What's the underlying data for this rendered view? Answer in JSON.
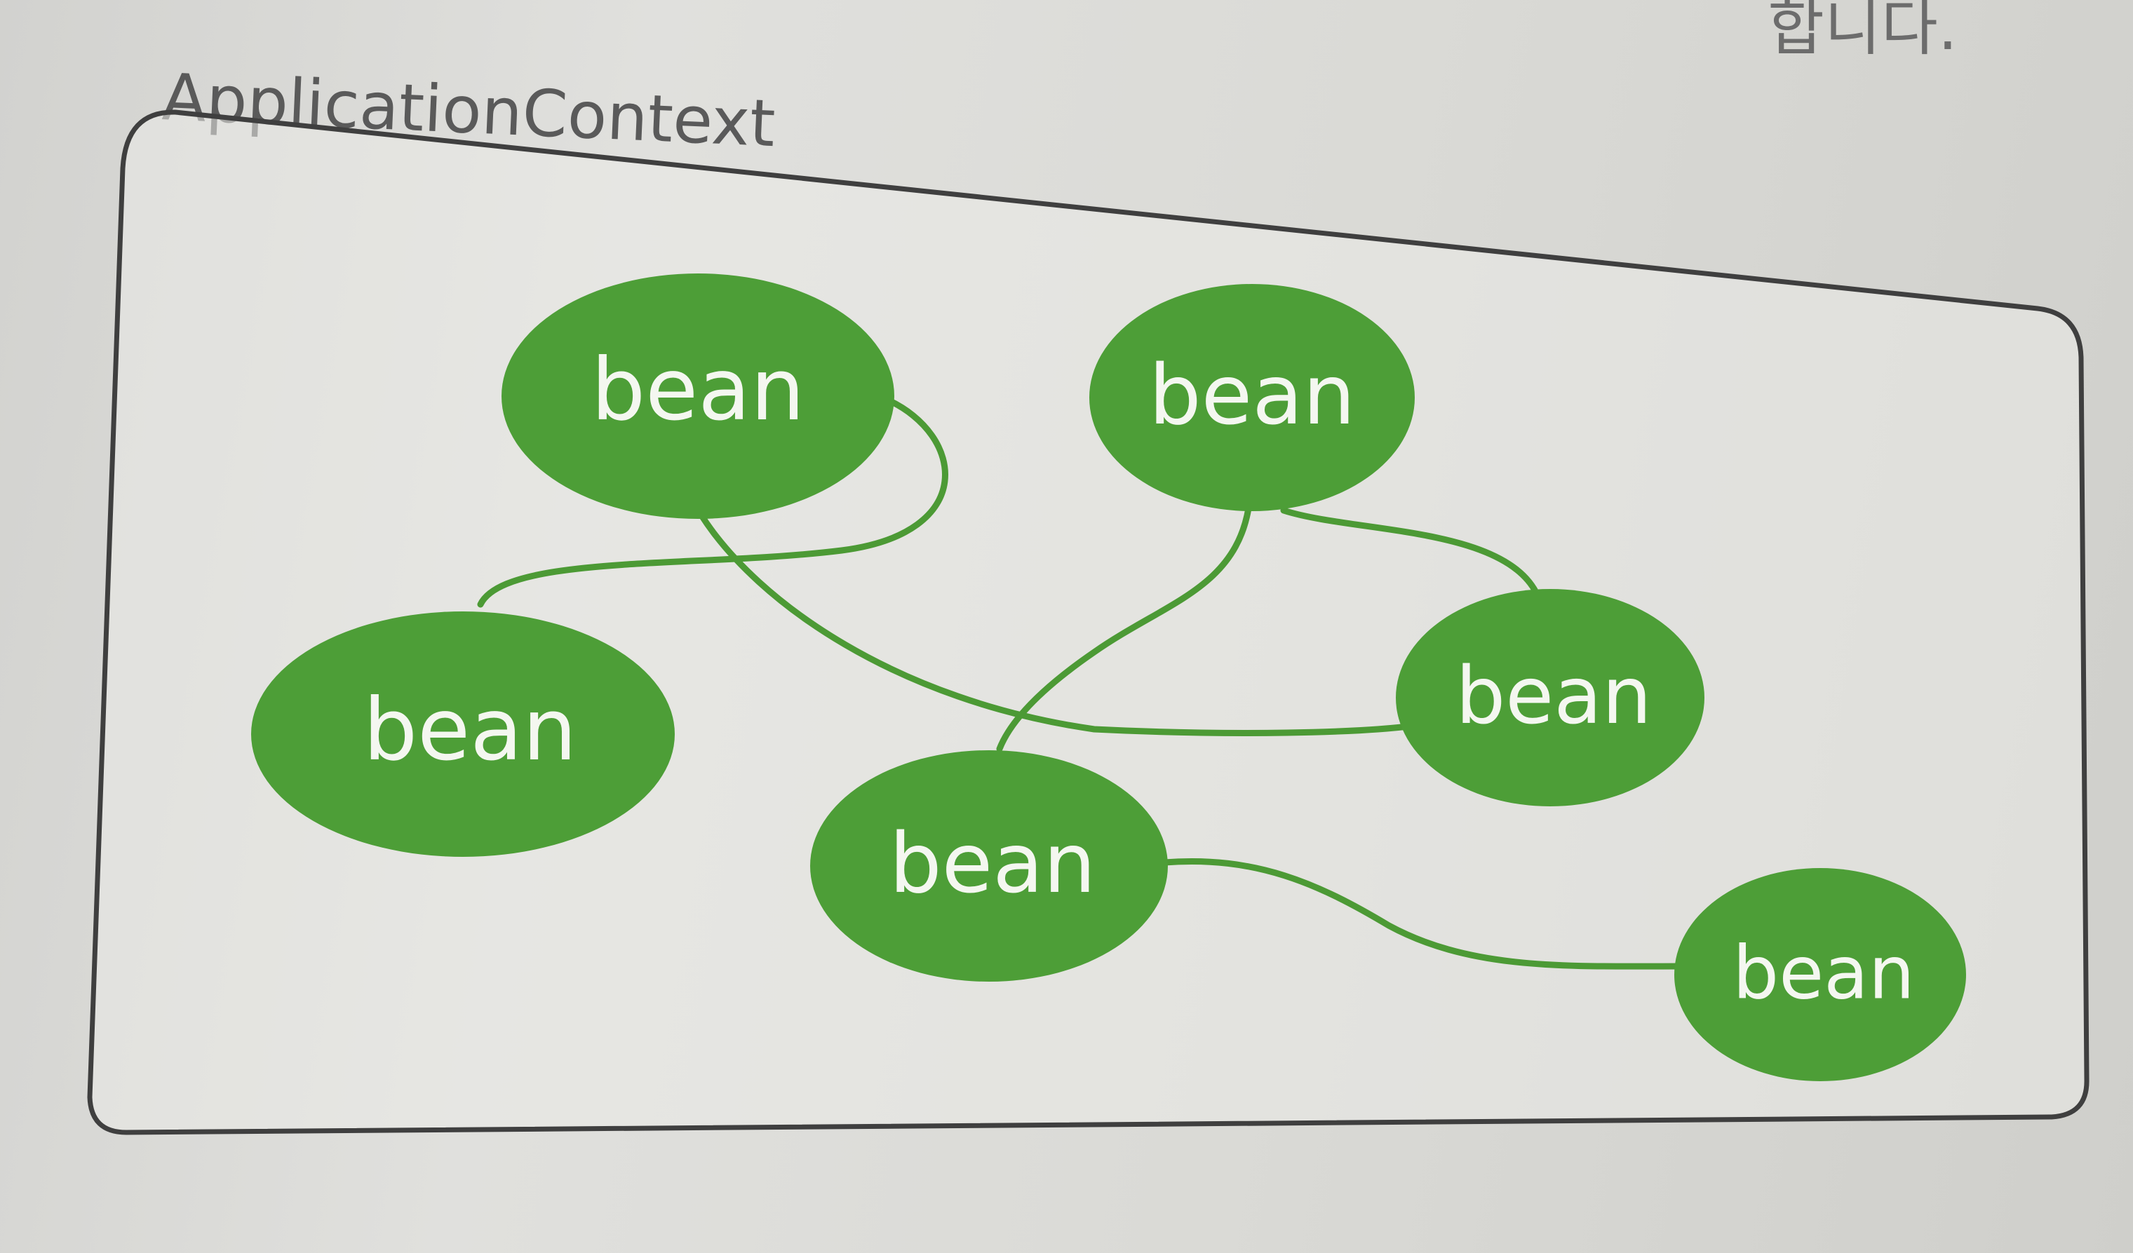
{
  "diagram": {
    "title": "ApplicationContext",
    "top_right_text": "합니다.",
    "bean_label": "bean",
    "colors": {
      "bean_fill": "#4d9e37",
      "edge_stroke": "#4c9a35",
      "box_stroke": "#3f3f3f",
      "label_fill": "#f4f7f0"
    },
    "beans": [
      {
        "id": "bean-1",
        "label": "bean"
      },
      {
        "id": "bean-2",
        "label": "bean"
      },
      {
        "id": "bean-3",
        "label": "bean"
      },
      {
        "id": "bean-4",
        "label": "bean"
      },
      {
        "id": "bean-5",
        "label": "bean"
      },
      {
        "id": "bean-6",
        "label": "bean"
      }
    ],
    "edges": [
      {
        "from": "bean-1",
        "to": "bean-3"
      },
      {
        "from": "bean-1",
        "to": "bean-4"
      },
      {
        "from": "bean-2",
        "to": "bean-5"
      },
      {
        "from": "bean-2",
        "to": "bean-4"
      },
      {
        "from": "bean-5",
        "to": "bean-6"
      }
    ]
  }
}
